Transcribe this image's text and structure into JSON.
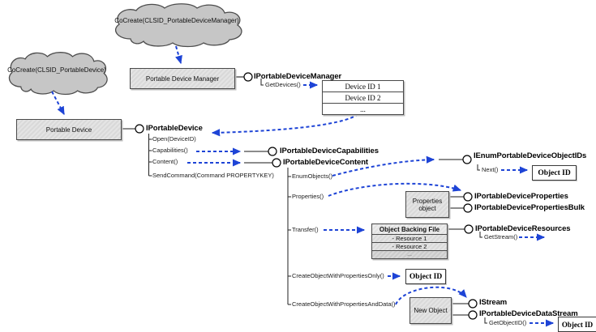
{
  "colors": {
    "accent_blue": "#1e44d6",
    "cloud_fill": "#c6c6c6",
    "box_fill_gray": "#dcdcdc",
    "line_black": "#1a1a1a",
    "background": "#ffffff"
  },
  "clouds": {
    "manager_label": "CoCreate(CLSID_PortableDeviceManager)",
    "device_label": "CoCreate(CLSID_PortableDevice)"
  },
  "boxes": {
    "manager_label": "Portable Device Manager",
    "device_label": "Portable Device",
    "device_list_rows": [
      "Device ID 1",
      "Device ID 2",
      "..."
    ],
    "object_id_next": "Object ID",
    "properties_object": "Properties object",
    "backing_header": "Object Backing File",
    "backing_rows": [
      "- Resource 1",
      "- Resource 2",
      "..."
    ],
    "object_id_create": "Object ID",
    "new_object": "New Object",
    "object_id_stream": "Object ID"
  },
  "interfaces": {
    "manager": "IPortableDeviceManager",
    "device": "IPortableDevice",
    "capabilities": "IPortableDeviceCapabilities",
    "content": "IPortableDeviceContent",
    "enum_object_ids": "IEnumPortableDeviceObjectIDs",
    "properties": "IPortableDeviceProperties",
    "properties_bulk": "IPortableDevicePropertiesBulk",
    "resources": "IPortableDeviceResources",
    "istream": "IStream",
    "data_stream": "IPortableDeviceDataStream"
  },
  "methods": {
    "get_devices": "GetDevices()",
    "open": "Open(DeviceID)",
    "capabilities": "Capabilities()",
    "content": "Content()",
    "send_command": "SendCommand(Command PROPERTYKEY)",
    "enum_objects": "EnumObjects()",
    "properties": "Properties()",
    "transfer": "Transfer()",
    "create_props_only": "CreateObjectWithPropertiesOnly()",
    "create_props_data": "CreateObjectWithPropertiesAndData()",
    "next": "Next()",
    "get_stream": "GetStream()",
    "get_object_id": "GetObjectID()"
  }
}
